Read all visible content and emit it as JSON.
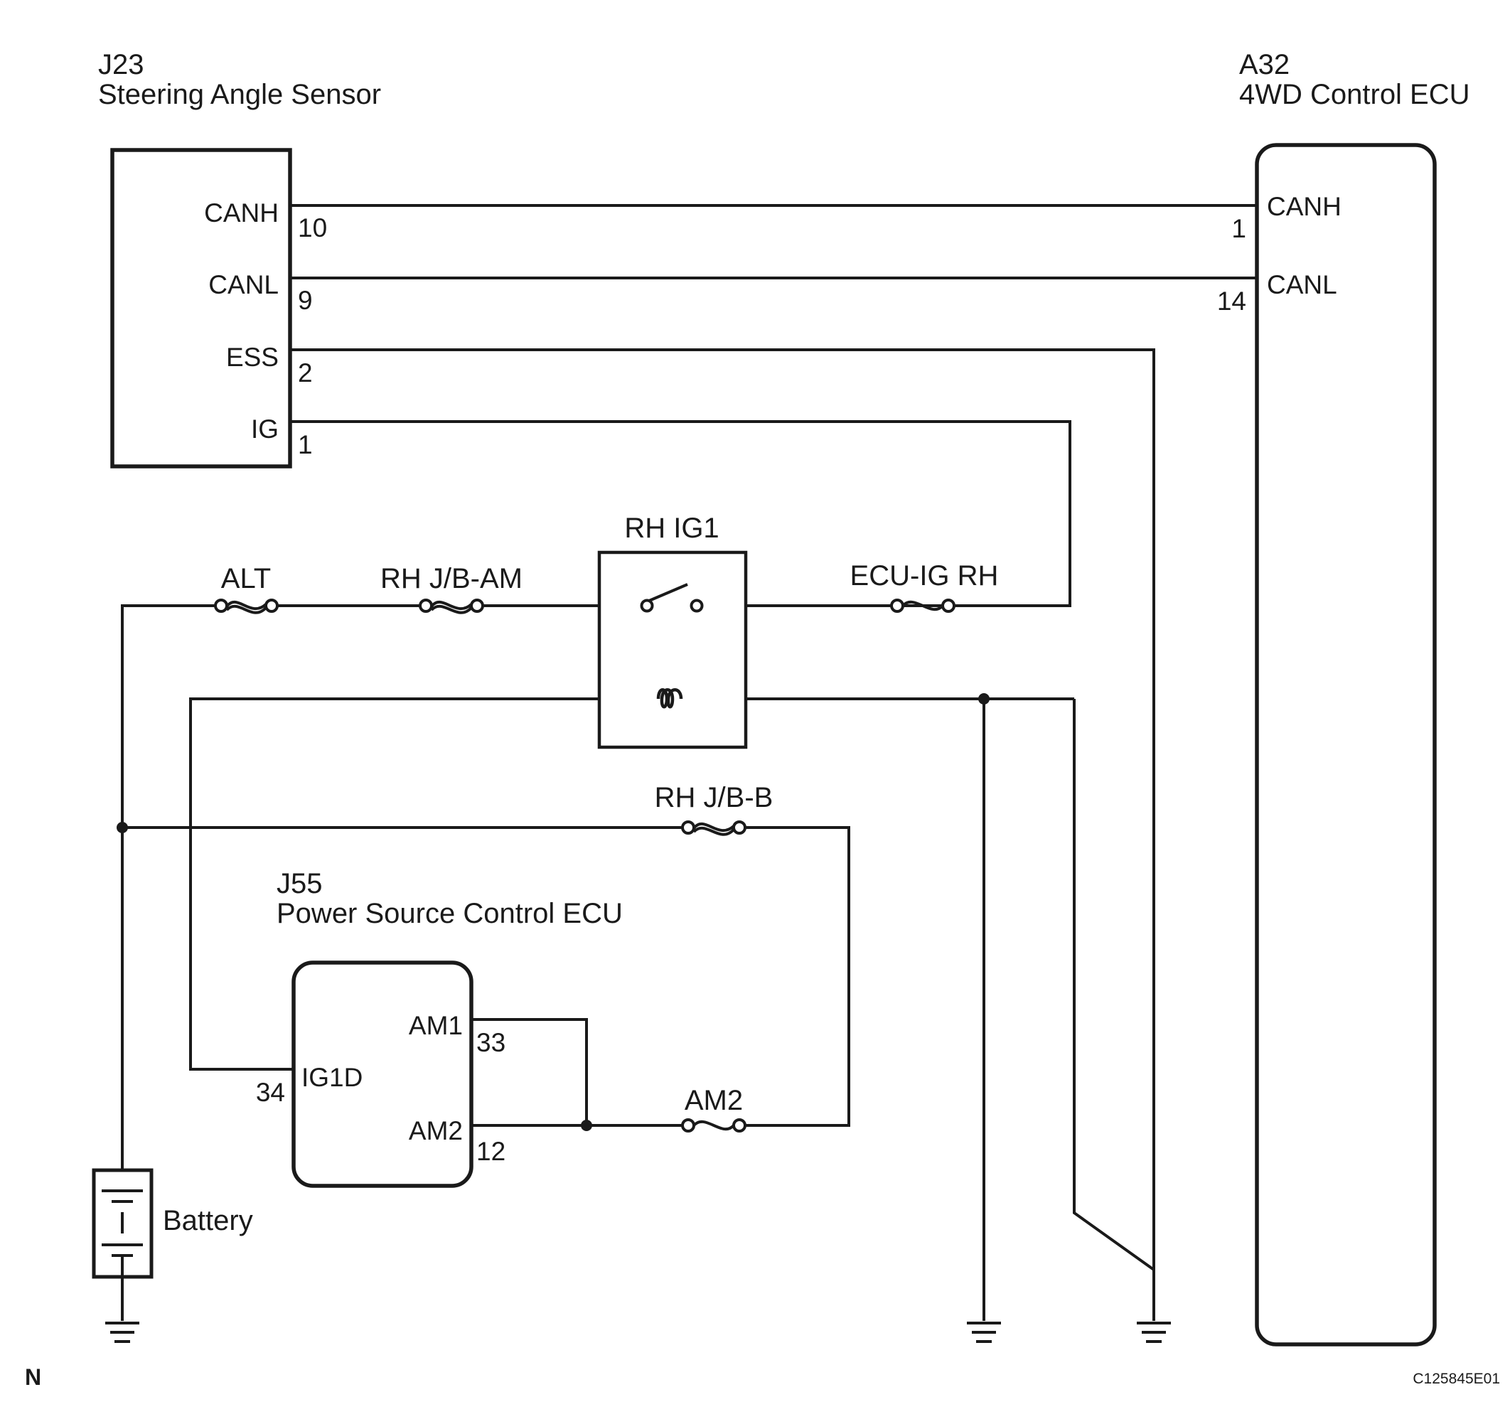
{
  "components": {
    "j23": {
      "code": "J23",
      "name": "Steering Angle Sensor",
      "pins": {
        "canh": "CANH",
        "canh_no": "10",
        "canl": "CANL",
        "canl_no": "9",
        "ess": "ESS",
        "ess_no": "2",
        "ig": "IG",
        "ig_no": "1"
      }
    },
    "a32": {
      "code": "A32",
      "name": "4WD Control ECU",
      "pins": {
        "canh": "CANH",
        "canh_no": "1",
        "canl": "CANL",
        "canl_no": "14"
      }
    },
    "j55": {
      "code": "J55",
      "name": "Power Source Control ECU",
      "pins": {
        "am1": "AM1",
        "am1_no": "33",
        "ig1d": "IG1D",
        "ig1d_no": "34",
        "am2": "AM2",
        "am2_no": "12"
      }
    }
  },
  "relay": {
    "label": "RH IG1"
  },
  "fuses": {
    "alt": "ALT",
    "rh_jb_am": "RH J/B-AM",
    "ecu_ig_rh": "ECU-IG RH",
    "rh_jb_b": "RH J/B-B",
    "am2": "AM2"
  },
  "battery": {
    "label": "Battery"
  },
  "footer": {
    "mark": "N",
    "figure_code": "C125845E01"
  }
}
